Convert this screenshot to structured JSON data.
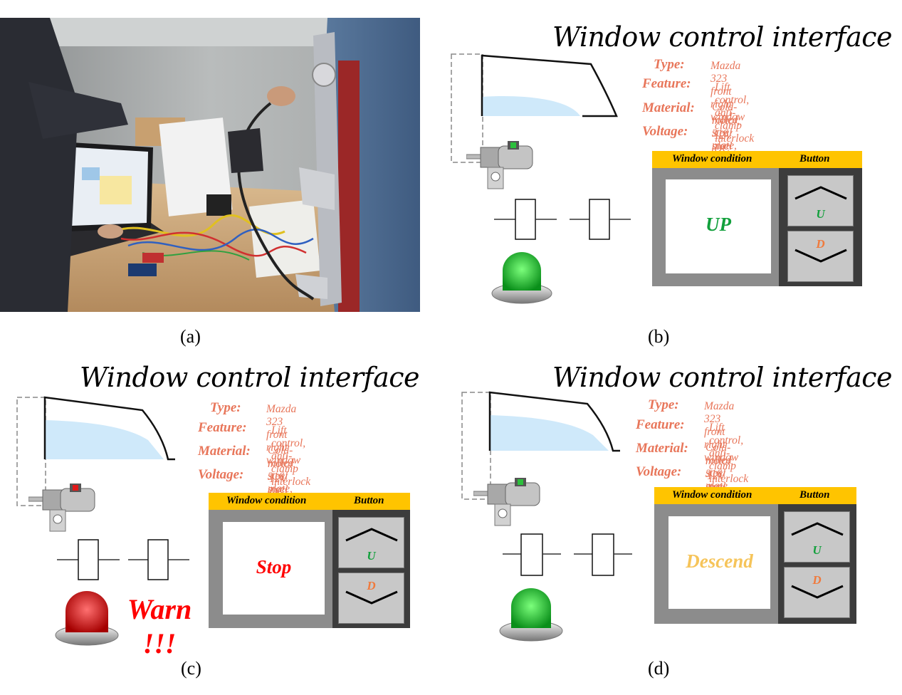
{
  "captions": {
    "a": "(a)",
    "b": "(b)",
    "c": "(c)",
    "d": "(d)"
  },
  "panels": [
    {
      "id": "b",
      "title": "Window control interface",
      "labels": {
        "type": "Type:",
        "feature": "Feature:",
        "material": "Material:",
        "voltage": "Voltage:"
      },
      "values": {
        "type": "Mazda 323 front right window",
        "feature": "Lift control, anti-clamp interlock",
        "material_1": "Cold-rolled steel plate, pure copper",
        "material_2": "motor, 316 steel cable",
        "voltage": "12V DC"
      },
      "hmi": {
        "window_condition": "Window condition",
        "button": "Button",
        "state": "UP",
        "state_color": "#12a03c",
        "up_label": "U",
        "down_label": "D"
      },
      "lamp_color": "green",
      "motor_indicator": "green"
    },
    {
      "id": "c",
      "title": "Window control interface",
      "labels": {
        "type": "Type:",
        "feature": "Feature:",
        "material": "Material:",
        "voltage": "Voltage:"
      },
      "values": {
        "type": "Mazda 323 front right window",
        "feature": "Lift control, anti-clamp interlock",
        "material_1": "Cold-rolled steel plate, pure copper",
        "material_2": "motor, 316 steel cable",
        "voltage": "12V DC"
      },
      "hmi": {
        "window_condition": "Window condition",
        "button": "Button",
        "state": "Stop",
        "state_color": "#ff0000",
        "up_label": "U",
        "down_label": "D"
      },
      "lamp_color": "red",
      "motor_indicator": "red",
      "warn_1": "Warn",
      "warn_2": "!!!"
    },
    {
      "id": "d",
      "title": "Window control interface",
      "labels": {
        "type": "Type:",
        "feature": "Feature:",
        "material": "Material:",
        "voltage": "Voltage:"
      },
      "values": {
        "type": "Mazda 323 front right window",
        "feature": "Lift control, anti-clamp interlock",
        "material_1": "Cold-rolled steel plate, pure copper",
        "material_2": "motor, 316 steel cable",
        "voltage": "12V DC"
      },
      "hmi": {
        "window_condition": "Window condition",
        "button": "Button",
        "state": "Descend",
        "state_color": "#f6c45a",
        "up_label": "U",
        "down_label": "D"
      },
      "lamp_color": "green",
      "motor_indicator": "green"
    }
  ],
  "colors": {
    "accent_header": "#ffc400",
    "label_text": "#e8765a",
    "glass": "#cfe9fa",
    "up_label": "#12a03c",
    "down_label": "#f07a3c"
  }
}
